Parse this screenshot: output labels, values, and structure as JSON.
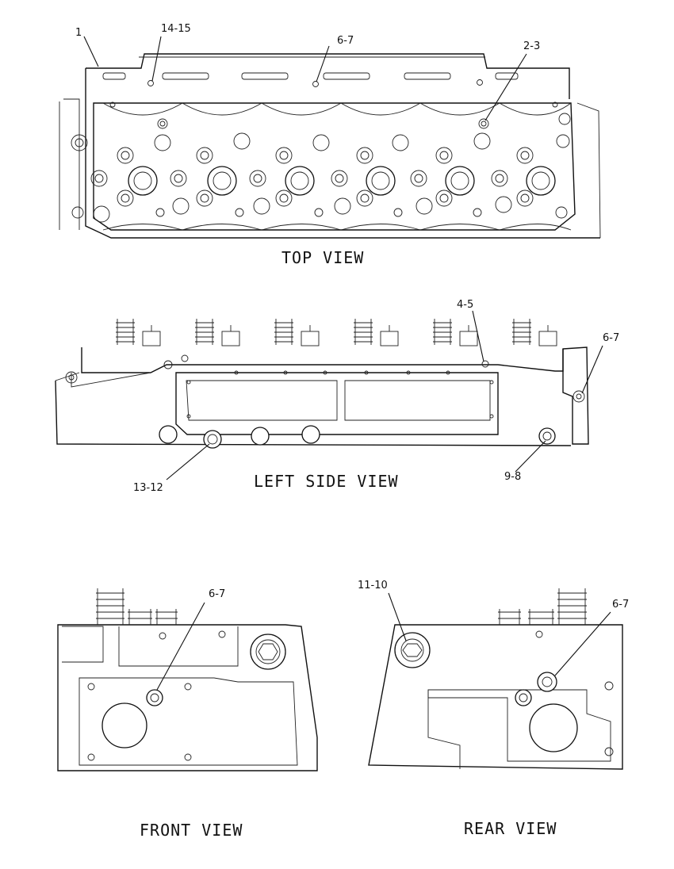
{
  "views": {
    "top": "TOP VIEW",
    "left_side": "LEFT SIDE VIEW",
    "front": "FRONT VIEW",
    "rear": "REAR VIEW"
  },
  "callouts": {
    "top_1": "1",
    "top_14_15": "14-15",
    "top_6_7": "6-7",
    "top_2_3": "2-3",
    "left_4_5": "4-5",
    "left_6_7": "6-7",
    "left_13_12": "13-12",
    "left_9_8": "9-8",
    "front_6_7": "6-7",
    "rear_11_10": "11-10",
    "rear_6_7": "6-7"
  }
}
